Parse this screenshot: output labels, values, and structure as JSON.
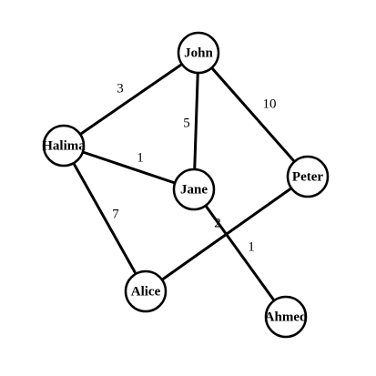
{
  "graph": {
    "nodes": [
      {
        "id": "john",
        "label": "John"
      },
      {
        "id": "halima",
        "label": "Halima"
      },
      {
        "id": "jane",
        "label": "Jane"
      },
      {
        "id": "peter",
        "label": "Peter"
      },
      {
        "id": "alice",
        "label": "Alice"
      },
      {
        "id": "ahmed",
        "label": "Ahmed"
      }
    ],
    "edges": [
      {
        "from": "halima",
        "to": "john",
        "weight": "3"
      },
      {
        "from": "john",
        "to": "jane",
        "weight": "5"
      },
      {
        "from": "john",
        "to": "peter",
        "weight": "10"
      },
      {
        "from": "halima",
        "to": "jane",
        "weight": "1"
      },
      {
        "from": "halima",
        "to": "alice",
        "weight": "7"
      },
      {
        "from": "alice",
        "to": "peter",
        "weight": "2"
      },
      {
        "from": "jane",
        "to": "ahmed",
        "weight": "1"
      }
    ]
  }
}
